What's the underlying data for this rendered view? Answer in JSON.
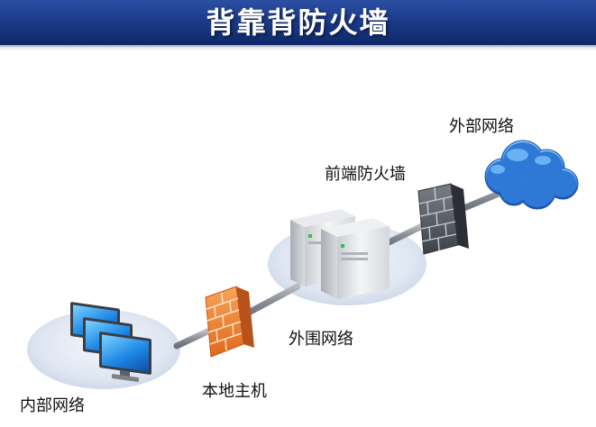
{
  "title": "背靠背防火墙",
  "nodes": {
    "internal_network": {
      "label": "内部网络",
      "icon": "desktop-computers-icon"
    },
    "host_firewall": {
      "label": "本地主机",
      "icon": "orange-brick-firewall-icon",
      "color": "#e8792b"
    },
    "perimeter_network": {
      "label": "外围网络",
      "icon": "servers-icon"
    },
    "front_firewall": {
      "label": "前端防火墙",
      "icon": "gray-brick-firewall-icon",
      "color": "#555a63"
    },
    "external_network": {
      "label": "外部网络",
      "icon": "cloud-icon",
      "color": "#2f79d6"
    }
  },
  "colors": {
    "title_bar": "#1a3784",
    "title_text": "#ffffff",
    "platform": "#dfe6f2",
    "connector": "#8b8f96"
  }
}
